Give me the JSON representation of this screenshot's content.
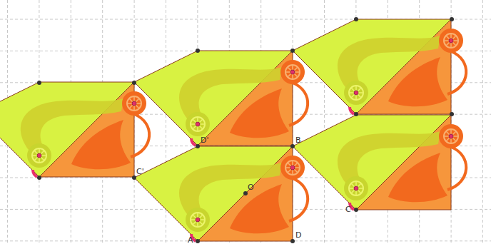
{
  "diagram": {
    "labels": [
      "D'",
      "B",
      "C'",
      "O",
      "C",
      "A",
      "D"
    ]
  }
}
